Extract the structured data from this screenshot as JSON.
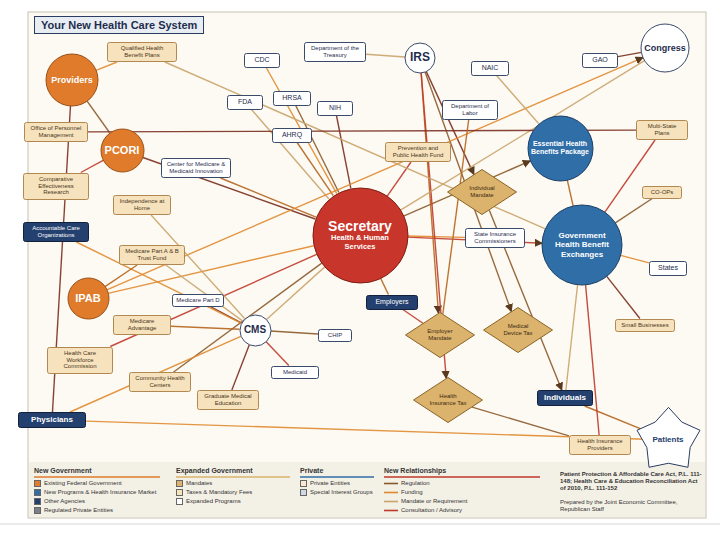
{
  "diagram": {
    "title": "Your New Health Care System",
    "nodes": [
      {
        "text": [
          "Providers"
        ]
      },
      {
        "text": [
          "Qualified Health Benefit Plans"
        ]
      },
      {
        "text": [
          "Office of Personnel Management"
        ]
      },
      {
        "text": [
          "PCORI"
        ]
      },
      {
        "text": [
          "Comparative Effectiveness Research"
        ]
      },
      {
        "text": [
          "Accountable Care Organizations"
        ]
      },
      {
        "text": [
          "Independence at Home"
        ]
      },
      {
        "text": [
          "Center for Medicare & Medicaid Innovation"
        ]
      },
      {
        "text": [
          "IPAB"
        ]
      },
      {
        "text": [
          "Medicare Part A & B Trust Fund"
        ]
      },
      {
        "text": [
          "Medicare Part D"
        ]
      },
      {
        "text": [
          "Medicare Advantage"
        ]
      },
      {
        "text": [
          "CMS"
        ]
      },
      {
        "text": [
          "Medicaid"
        ]
      },
      {
        "text": [
          "CHIP"
        ]
      },
      {
        "text": [
          "Graduate Medical Education"
        ]
      },
      {
        "text": [
          "Community Health Centers"
        ]
      },
      {
        "text": [
          "Health Care Workforce Commission"
        ]
      },
      {
        "text": [
          "Physicians"
        ]
      },
      {
        "text": [
          "Secretary",
          "Health & Human Services"
        ]
      },
      {
        "text": [
          "IRS"
        ]
      },
      {
        "text": [
          "Department of the Treasury"
        ]
      },
      {
        "text": [
          "CDC"
        ]
      },
      {
        "text": [
          "HRSA"
        ]
      },
      {
        "text": [
          "FDA"
        ]
      },
      {
        "text": [
          "NIH"
        ]
      },
      {
        "text": [
          "AHRQ"
        ]
      },
      {
        "text": [
          "Prevention and Public Health Fund"
        ]
      },
      {
        "text": [
          "Department of Labor"
        ]
      },
      {
        "text": [
          "Employers"
        ]
      },
      {
        "text": [
          "Individual Mandate"
        ]
      },
      {
        "text": [
          "Employer Mandate"
        ]
      },
      {
        "text": [
          "Essential Health Benefits Package"
        ]
      },
      {
        "text": [
          "Government Health Benefit Exchanges"
        ]
      },
      {
        "text": [
          "State Insurance Commissioners"
        ]
      },
      {
        "text": [
          "Multi-State Plans"
        ]
      },
      {
        "text": [
          "CO-OPs"
        ]
      },
      {
        "text": [
          "Congress"
        ]
      },
      {
        "text": [
          "GAO"
        ]
      },
      {
        "text": [
          "Health Insurance Tax"
        ]
      },
      {
        "text": [
          "Medical Device Tax"
        ]
      },
      {
        "text": [
          "Individuals"
        ]
      },
      {
        "text": [
          "Small Businesses"
        ]
      },
      {
        "text": [
          "States"
        ]
      },
      {
        "text": [
          "Patients"
        ]
      },
      {
        "text": [
          "Health Insurance Providers"
        ]
      },
      {
        "text": [
          "NAIC"
        ]
      }
    ],
    "edges": [
      {
        "from": 19,
        "to": 33,
        "arrow": "to"
      },
      {
        "from": 19,
        "to": 32,
        "arrow": "to"
      },
      {
        "from": 19,
        "to": 8,
        "arrow": "none"
      },
      {
        "from": 19,
        "to": 12,
        "arrow": "none"
      },
      {
        "from": 19,
        "to": 3,
        "arrow": "none"
      },
      {
        "from": 19,
        "to": 7,
        "arrow": "none"
      },
      {
        "from": 19,
        "to": 27,
        "arrow": "none"
      },
      {
        "from": 19,
        "to": 23,
        "arrow": "none"
      },
      {
        "from": 19,
        "to": 22,
        "arrow": "none"
      },
      {
        "from": 19,
        "to": 24,
        "arrow": "none"
      },
      {
        "from": 19,
        "to": 25,
        "arrow": "none"
      },
      {
        "from": 19,
        "to": 26,
        "arrow": "none"
      },
      {
        "from": 19,
        "to": 17,
        "arrow": "none"
      },
      {
        "from": 19,
        "to": 16,
        "arrow": "none"
      },
      {
        "from": 19,
        "to": 34,
        "arrow": "none"
      },
      {
        "from": 21,
        "to": 20,
        "arrow": "none"
      },
      {
        "from": 20,
        "to": 30,
        "arrow": "to"
      },
      {
        "from": 20,
        "to": 31,
        "arrow": "to"
      },
      {
        "from": 20,
        "to": 39,
        "arrow": "to"
      },
      {
        "from": 20,
        "to": 40,
        "arrow": "to"
      },
      {
        "from": 8,
        "to": 37,
        "arrow": "to"
      },
      {
        "from": 37,
        "to": 19,
        "arrow": "none"
      },
      {
        "from": 38,
        "to": 37,
        "arrow": "none"
      },
      {
        "from": 33,
        "to": 32,
        "arrow": "none"
      },
      {
        "from": 33,
        "to": 35,
        "arrow": "none"
      },
      {
        "from": 33,
        "to": 36,
        "arrow": "none"
      },
      {
        "from": 33,
        "to": 43,
        "arrow": "none"
      },
      {
        "from": 33,
        "to": 41,
        "arrow": "none"
      },
      {
        "from": 33,
        "to": 42,
        "arrow": "none"
      },
      {
        "from": 41,
        "to": 44,
        "arrow": "none"
      },
      {
        "from": 45,
        "to": 33,
        "arrow": "none"
      },
      {
        "from": 45,
        "to": 39,
        "arrow": "none"
      },
      {
        "from": 18,
        "to": 12,
        "arrow": "none"
      },
      {
        "from": 12,
        "to": 9,
        "arrow": "none"
      },
      {
        "from": 12,
        "to": 10,
        "arrow": "none"
      },
      {
        "from": 12,
        "to": 11,
        "arrow": "none"
      },
      {
        "from": 12,
        "to": 13,
        "arrow": "none"
      },
      {
        "from": 12,
        "to": 14,
        "arrow": "none"
      },
      {
        "from": 12,
        "to": 5,
        "arrow": "none"
      },
      {
        "from": 12,
        "to": 6,
        "arrow": "none"
      },
      {
        "from": 12,
        "to": 15,
        "arrow": "none"
      },
      {
        "from": 8,
        "to": 9,
        "arrow": "none"
      },
      {
        "from": 3,
        "to": 4,
        "arrow": "none"
      },
      {
        "from": 3,
        "to": 0,
        "arrow": "none"
      },
      {
        "from": 0,
        "to": 1,
        "arrow": "none"
      },
      {
        "from": 1,
        "to": 33,
        "arrow": "none"
      },
      {
        "from": 2,
        "to": 35,
        "arrow": "none"
      },
      {
        "from": 28,
        "to": 31,
        "arrow": "none"
      },
      {
        "from": 29,
        "to": 31,
        "arrow": "none"
      },
      {
        "from": 30,
        "to": 41,
        "arrow": "to"
      },
      {
        "from": 44,
        "to": 18,
        "arrow": "none"
      },
      {
        "from": 46,
        "to": 32,
        "arrow": "none"
      },
      {
        "from": 18,
        "to": 0,
        "arrow": "none"
      },
      {
        "from": 19,
        "to": 29,
        "arrow": "none"
      }
    ],
    "labels": [
      "New Government",
      "Expanded Government",
      "Private",
      "New Relationships",
      "Patient Protection & Affordable Care Act, P.L. 111-148; Health Care & Education Reconciliation Act of 2010, P.L. 111-152",
      "Prepared by the Joint Economic Committee, Republican Staff"
    ],
    "legend": [
      {
        "text": "Existing Federal Government",
        "color": "#e07b2c"
      },
      {
        "text": "New Programs & Health Insurance Market",
        "color": "#2f6ea6"
      },
      {
        "text": "Other Agencies",
        "color": "#24406e"
      },
      {
        "text": "Regulated Private Entities",
        "color": "#7a7f88"
      },
      {
        "text": "Mandates",
        "color": "#dcb36c"
      },
      {
        "text": "Taxes & Mandatory Fees",
        "color": "#f6e3bd"
      },
      {
        "text": "Expanded Programs",
        "color": "#ffffff"
      },
      {
        "text": "Private Entities",
        "color": "#fbe9d0"
      },
      {
        "text": "Special Interest Groups",
        "color": "#cfd8e6"
      },
      {
        "text": "Regulation"
      },
      {
        "text": "Funding"
      },
      {
        "text": "Mandate or Requirement"
      },
      {
        "text": "Consultation / Advisory"
      }
    ]
  }
}
